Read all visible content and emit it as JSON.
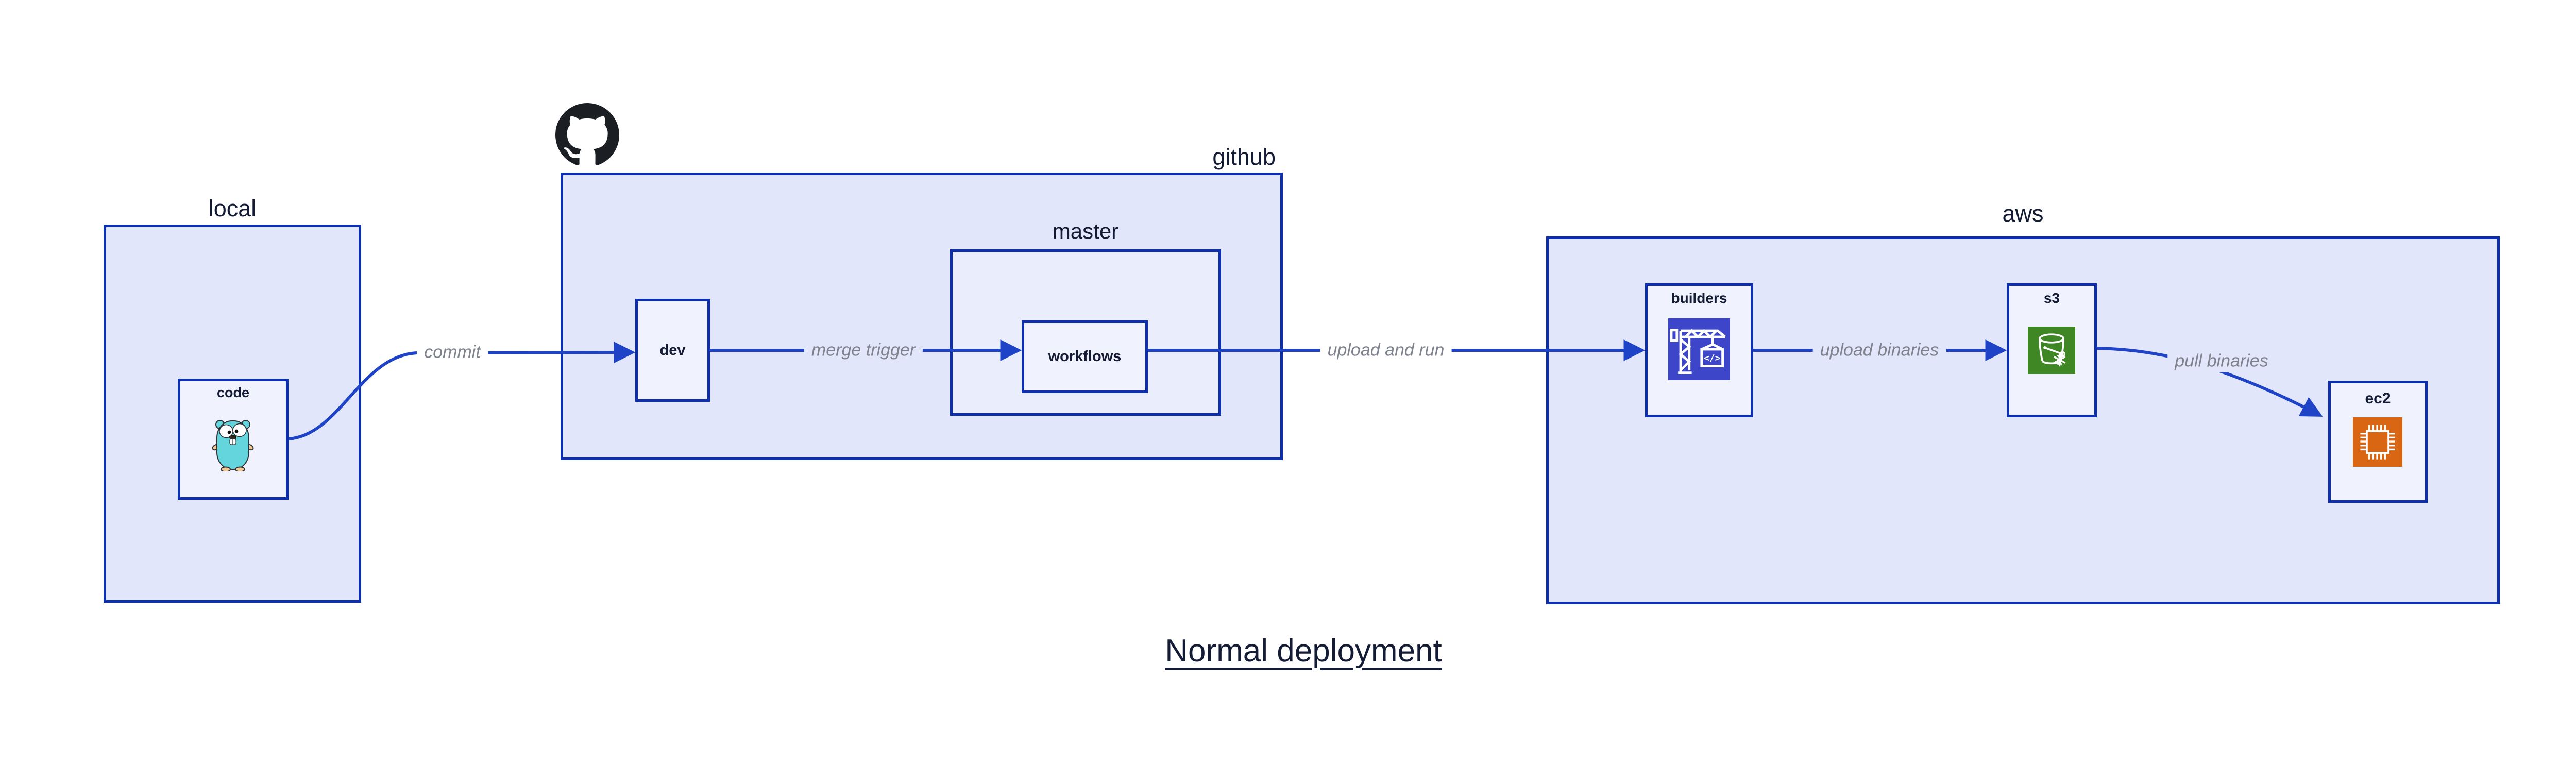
{
  "title": "Normal deployment",
  "regions": {
    "local": {
      "label": "local"
    },
    "github": {
      "label": "github"
    },
    "master": {
      "label": "master"
    },
    "aws": {
      "label": "aws"
    }
  },
  "nodes": {
    "code": {
      "label": "code",
      "icon": "go-gopher-icon"
    },
    "dev": {
      "label": "dev"
    },
    "workflows": {
      "label": "workflows"
    },
    "builders": {
      "label": "builders",
      "icon": "codebuild-crane-icon"
    },
    "s3": {
      "label": "s3",
      "icon": "s3-bucket-icon"
    },
    "ec2": {
      "label": "ec2",
      "icon": "ec2-chip-icon"
    }
  },
  "edges": {
    "commit": {
      "label": "commit",
      "from": "code",
      "to": "dev"
    },
    "merge_trigger": {
      "label": "merge trigger",
      "from": "dev",
      "to": "workflows"
    },
    "upload_and_run": {
      "label": "upload and run",
      "from": "workflows",
      "to": "builders"
    },
    "upload_binaries": {
      "label": "upload binaries",
      "from": "builders",
      "to": "s3"
    },
    "pull_binaries": {
      "label": "pull binaries",
      "from": "s3",
      "to": "ec2"
    }
  },
  "icons": [
    "github-octocat-icon",
    "go-gopher-icon",
    "codebuild-crane-icon",
    "s3-bucket-icon",
    "ec2-chip-icon"
  ],
  "colors": {
    "canvas-bg": "#ffffff",
    "box-border": "#0d2fad",
    "arrow": "#1e43c6",
    "fill-outer": "#e1e6fa",
    "fill-mid": "#eaeefc",
    "fill-leaf": "#f0f3fd",
    "ink": "#131b35",
    "edge-label": "#7d828d",
    "octocat-black": "#1b1f23",
    "codebuild-indigo": "#3d46c8",
    "s3-green": "#3f8624",
    "ec2-orange": "#d86613",
    "gopher-teal": "#65d5dd",
    "gopher-skin": "#f2c994"
  }
}
